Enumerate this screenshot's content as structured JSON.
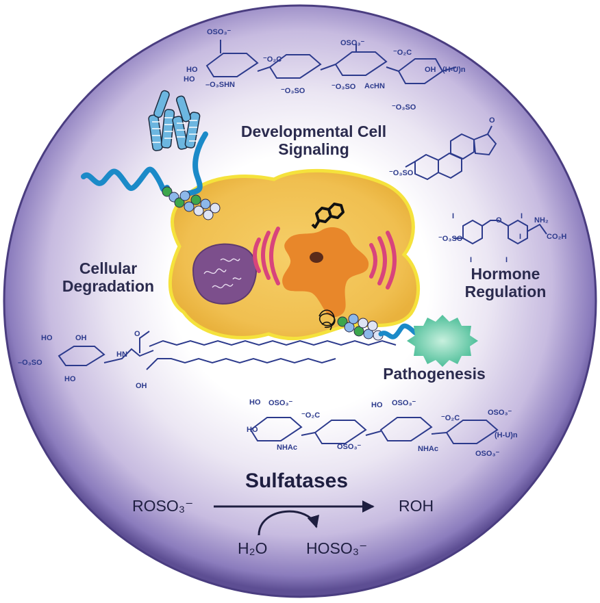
{
  "labels": {
    "developmental_line1": "Developmental Cell",
    "developmental_line2": "Signaling",
    "cellular_line1": "Cellular",
    "cellular_line2": "Degradation",
    "hormone_line1": "Hormone",
    "hormone_line2": "Regulation",
    "pathogenesis": "Pathogenesis"
  },
  "reaction": {
    "title": "Sulfatases",
    "substrate": "ROSO₃⁻",
    "product": "ROH",
    "water": "H₂O",
    "byproduct": "HOSO₃⁻"
  },
  "chem_labels": {
    "heparan_top": [
      "OSO₃⁻",
      "HO",
      "HO",
      "–O₃SHN",
      "⁻O₂C",
      "⁻O₃SO",
      "⁻O₃SO",
      "OSO₃⁻",
      "AcHN",
      "⁻O₂C",
      "OH",
      "(H-U)n",
      "⁻O₃SO"
    ],
    "steroid": [
      "O",
      "⁻O₃SO"
    ],
    "thyroid": [
      "I",
      "I",
      "O",
      "I",
      "NH₂",
      "⁻O₃SO",
      "I",
      "I",
      "CO₂H"
    ],
    "lipid": [
      "HO",
      "OH",
      "HN",
      "O",
      "–O₃SO",
      "HO",
      "OH"
    ],
    "heparan_bottom": [
      "HO",
      "OSO₃⁻",
      "HO",
      "⁻O₂C",
      "NHAc",
      "OSO₃⁻",
      "HO",
      "OSO₃⁻",
      "⁻O₂C",
      "NHAc",
      "(H-U)n",
      "OSO₃⁻",
      "OSO₃⁻"
    ]
  },
  "colors": {
    "sphere_edge": "#6a5a9e",
    "sphere_mid": "#cfc4e4",
    "cell_body": "#f2c65c",
    "nucleus": "#e8872a",
    "lysosome": "#7c4f8c",
    "chem_ink": "#2c3a8c",
    "ribbon": "#1b8ac8"
  }
}
